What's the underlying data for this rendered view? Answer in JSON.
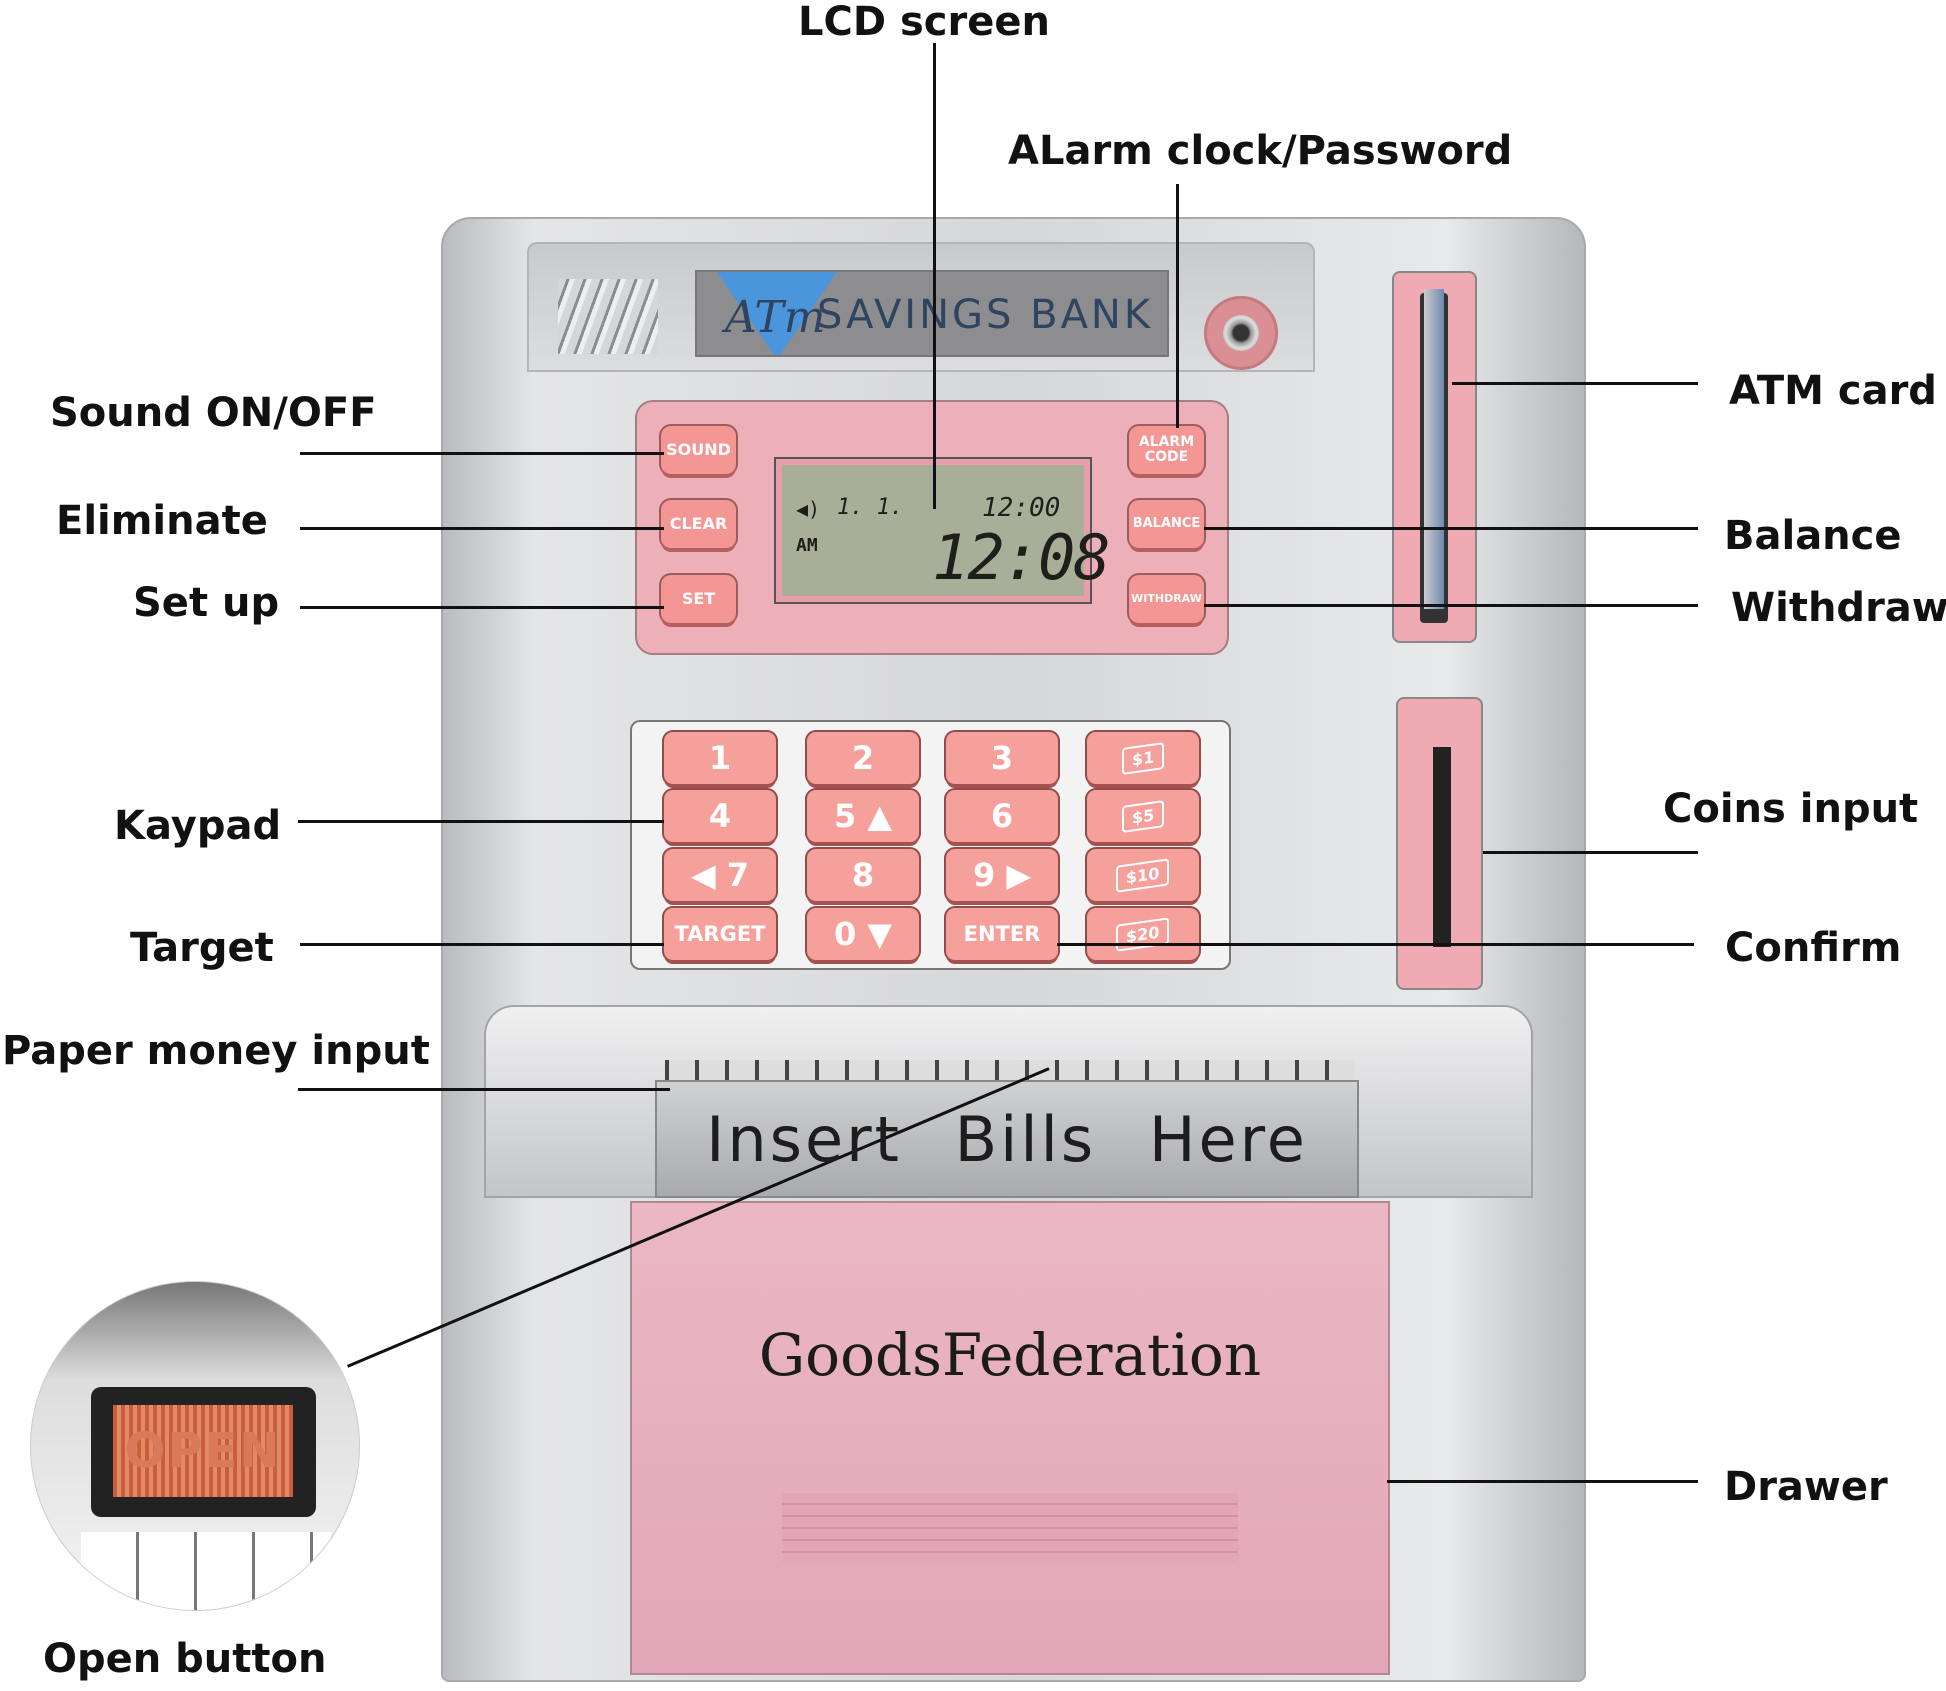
{
  "labels": {
    "lcd_screen": "LCD screen",
    "alarm": "ALarm clock/Password",
    "sound": "Sound ON/OFF",
    "eliminate": "Eliminate",
    "set_up": "Set up",
    "keypad": "Kaypad",
    "target": "Target",
    "paper_money": "Paper money input",
    "open_button": "Open button",
    "atm_card": "ATM card",
    "balance": "Balance",
    "withdraw": "Withdraw",
    "coins_input": "Coins input",
    "confirm": "Confirm",
    "drawer": "Drawer"
  },
  "device": {
    "logo_script": "ATm",
    "logo_text": "SAVINGS BANK",
    "lcd": {
      "indicator": "1. 1.",
      "ampm": "AM",
      "alarm_time": "12:00",
      "time": "12:08"
    },
    "left_buttons": [
      "SOUND",
      "CLEAR",
      "SET"
    ],
    "right_buttons": [
      "ALARM CODE",
      "BALANCE",
      "WITHDRAW"
    ],
    "keys": [
      [
        "1",
        "2",
        "3",
        "$1"
      ],
      [
        "4",
        "5 ▲",
        "6",
        "$5"
      ],
      [
        "◀ 7",
        "8",
        "9 ▶",
        "$10"
      ],
      [
        "TARGET",
        "0 ▼",
        "ENTER",
        "$20"
      ]
    ],
    "bill_slot_text": "Insert Bills Here",
    "drawer_brand": "GoodsFederation",
    "open_button_text": "OPEN"
  },
  "colors": {
    "pink": "#eeb0b8",
    "key_pink": "#f6a09c",
    "silver": "#d6d7d9"
  }
}
